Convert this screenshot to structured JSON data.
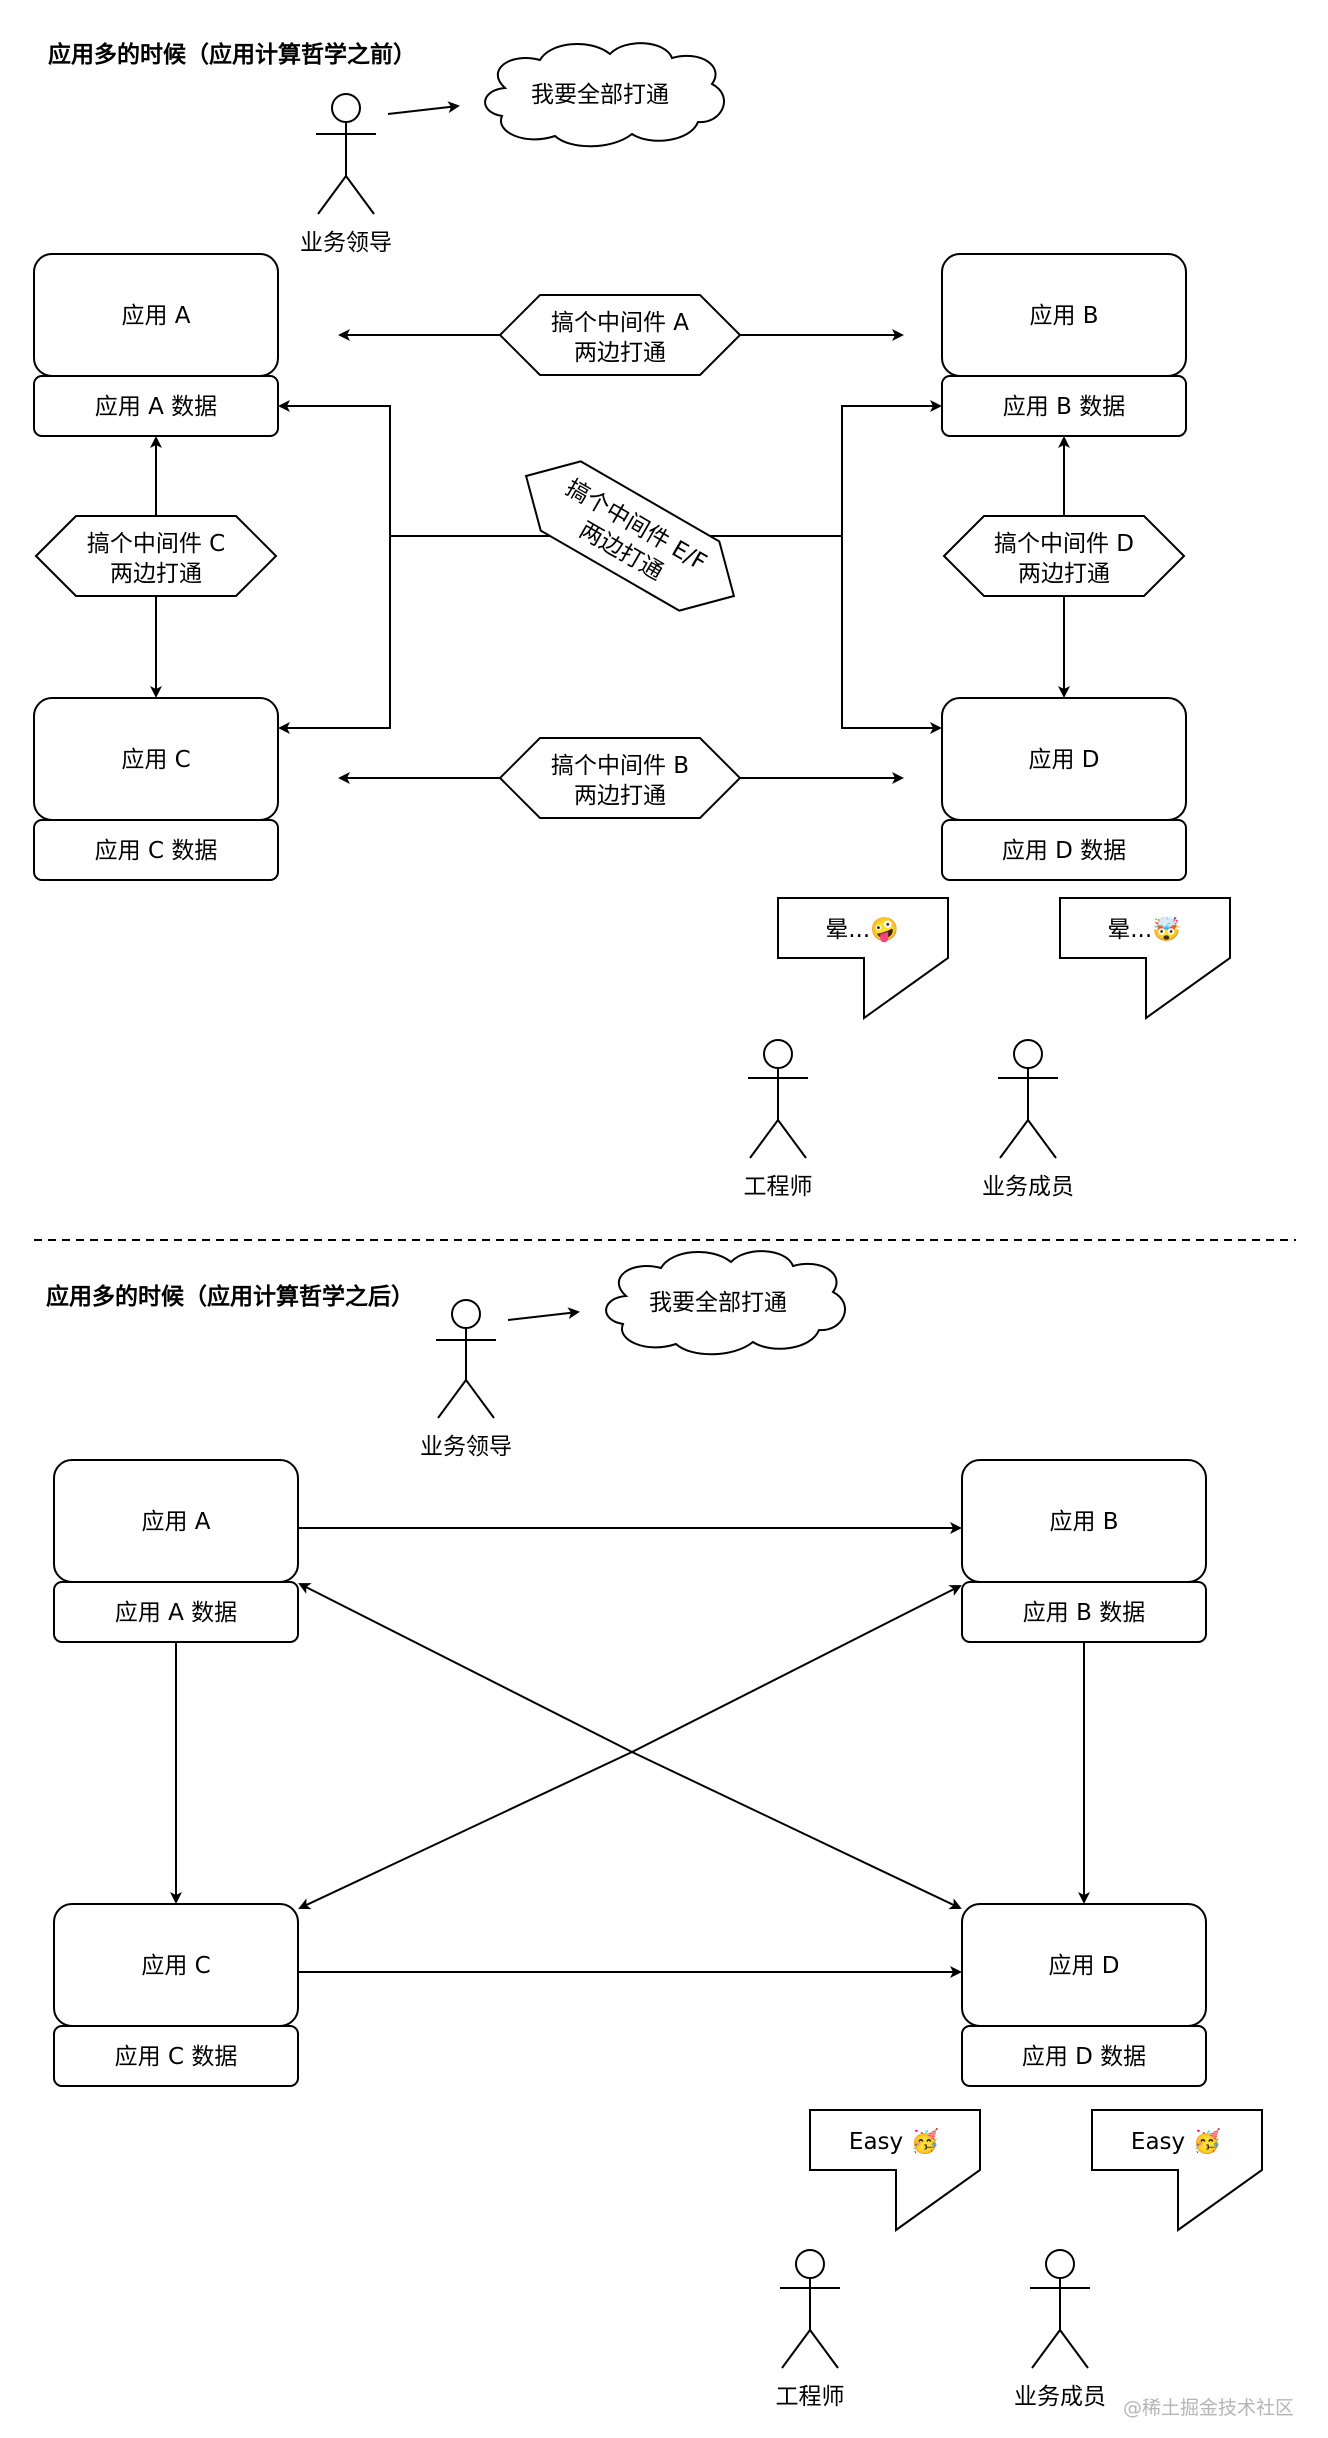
{
  "top": {
    "title": "应用多的时候（应用计算哲学之前）",
    "leader_label": "业务领导",
    "leader_thought": "我要全部打通",
    "apps": {
      "a": {
        "name": "应用 A",
        "data": "应用 A 数据"
      },
      "b": {
        "name": "应用 B",
        "data": "应用 B 数据"
      },
      "c": {
        "name": "应用 C",
        "data": "应用 C 数据"
      },
      "d": {
        "name": "应用 D",
        "data": "应用 D 数据"
      }
    },
    "middleware": {
      "a": {
        "line1": "搞个中间件 A",
        "line2": "两边打通"
      },
      "b": {
        "line1": "搞个中间件 B",
        "line2": "两边打通"
      },
      "c": {
        "line1": "搞个中间件 C",
        "line2": "两边打通"
      },
      "d": {
        "line1": "搞个中间件 D",
        "line2": "两边打通"
      },
      "ef": {
        "line1": "搞个中间件 E/F",
        "line2": "两边打通"
      }
    },
    "engineer_label": "工程师",
    "member_label": "业务成员",
    "engineer_speech": "晕...🤪",
    "member_speech": "晕...🤯"
  },
  "bottom": {
    "title": "应用多的时候（应用计算哲学之后）",
    "leader_label": "业务领导",
    "leader_thought": "我要全部打通",
    "apps": {
      "a": {
        "name": "应用 A",
        "data": "应用 A 数据"
      },
      "b": {
        "name": "应用 B",
        "data": "应用 B 数据"
      },
      "c": {
        "name": "应用 C",
        "data": "应用 C 数据"
      },
      "d": {
        "name": "应用 D",
        "data": "应用 D 数据"
      }
    },
    "engineer_label": "工程师",
    "member_label": "业务成员",
    "engineer_speech": "Easy 🥳",
    "member_speech": "Easy 🥳"
  },
  "watermark": "@稀土掘金技术社区"
}
